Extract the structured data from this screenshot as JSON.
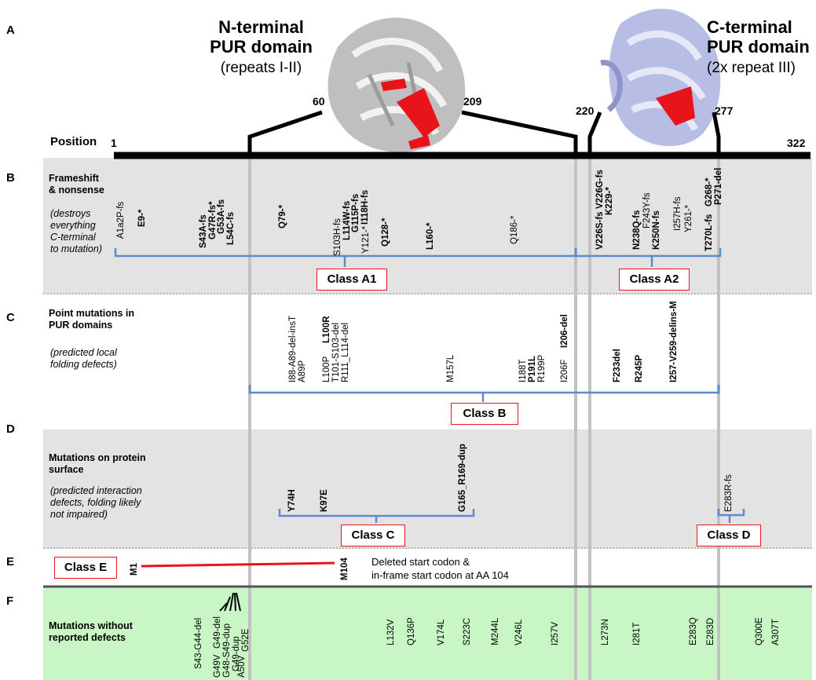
{
  "header": {
    "section_letter": "A",
    "position_label": "Position",
    "pos_start": "1",
    "pos_end": "322",
    "n_domain": {
      "title_line1": "N-terminal",
      "title_line2": "PUR domain",
      "subtitle": "(repeats I-II)",
      "start": "60",
      "end": "209"
    },
    "c_domain": {
      "title_line1": "C-terminal",
      "title_line2": "PUR domain",
      "subtitle": "(2x repeat III)",
      "start": "220",
      "end": "277"
    }
  },
  "sections": {
    "B": {
      "letter": "B",
      "title": [
        "Frameshift",
        "& nonsense"
      ],
      "subtitle": [
        "(destroys",
        "everything",
        "C-terminal",
        "to mutation)"
      ],
      "classes": [
        "Class A1",
        "Class A2"
      ],
      "mutations": [
        {
          "text": "A1a2P-fs",
          "bold": false
        },
        {
          "text": "E9-*",
          "bold": true
        },
        {
          "text": "S43A-fs",
          "bold": true
        },
        {
          "text": "G47R-fs*",
          "bold": true
        },
        {
          "text": "G53A-fs",
          "bold": true
        },
        {
          "text": "L54C-fs",
          "bold": true
        },
        {
          "text": "Q79-*",
          "bold": true
        },
        {
          "text": "S103H-fs",
          "bold": false
        },
        {
          "text": "L114W-fs",
          "bold": true
        },
        {
          "text": "G115P-fs",
          "bold": true
        },
        {
          "text": "I118H-fs",
          "bold": true
        },
        {
          "text": "Y121-*",
          "bold": false
        },
        {
          "text": "Q128-*",
          "bold": true
        },
        {
          "text": "L160-*",
          "bold": true
        },
        {
          "text": "Q186-*",
          "bold": false
        },
        {
          "text": "V226S-fs",
          "bold": true
        },
        {
          "text": "V226G-fs",
          "bold": true
        },
        {
          "text": "K229-*",
          "bold": true
        },
        {
          "text": "N238Q-fs",
          "bold": true
        },
        {
          "text": "F243Y-fs",
          "bold": false
        },
        {
          "text": "K250N-fs",
          "bold": true
        },
        {
          "text": "I257H-fs",
          "bold": false
        },
        {
          "text": "Y261-*",
          "bold": false
        },
        {
          "text": "G268-*",
          "bold": true
        },
        {
          "text": "P271-del",
          "bold": true
        },
        {
          "text": "T270L-fs",
          "bold": true
        }
      ]
    },
    "C": {
      "letter": "C",
      "title": [
        "Point mutations in",
        "PUR domains"
      ],
      "subtitle": [
        "(predicted local",
        "folding defects)"
      ],
      "classes": [
        "Class B"
      ],
      "mutations": [
        {
          "text": "I88-A89-del-insT",
          "bold": false
        },
        {
          "text": "A89P",
          "bold": false
        },
        {
          "text": "L100R",
          "bold": true
        },
        {
          "text": "L100P",
          "bold": false
        },
        {
          "text": "T101-S103-del",
          "bold": false
        },
        {
          "text": "R111_L114-del",
          "bold": false
        },
        {
          "text": "M157L",
          "bold": false
        },
        {
          "text": "I188T",
          "bold": false
        },
        {
          "text": "P191L",
          "bold": true
        },
        {
          "text": "R199P",
          "bold": false
        },
        {
          "text": "I206-del",
          "bold": true
        },
        {
          "text": "I206F",
          "bold": false
        },
        {
          "text": "F233del",
          "bold": true
        },
        {
          "text": "R245P",
          "bold": true
        },
        {
          "text": "I257-V259-delins-M",
          "bold": true
        }
      ]
    },
    "D": {
      "letter": "D",
      "title": [
        "Mutations on protein",
        "surface"
      ],
      "subtitle": [
        "(predicted interaction",
        "defects, folding likely",
        "not impaired)"
      ],
      "classes": [
        "Class C",
        "Class D"
      ],
      "mutations": [
        {
          "text": "Y74H",
          "bold": true
        },
        {
          "text": "K97E",
          "bold": true
        },
        {
          "text": "G165_R169-dup",
          "bold": true
        },
        {
          "text": "E283R-fs",
          "bold": false
        }
      ]
    },
    "E": {
      "letter": "E",
      "class": "Class E",
      "start": "M1",
      "end": "M104",
      "note": [
        "Deleted start codon &",
        "in-frame start codon at  AA 104"
      ]
    },
    "F": {
      "letter": "F",
      "title": [
        "Mutations without",
        "reported defects"
      ],
      "mutations": [
        {
          "text": "S43-G44-del"
        },
        {
          "text": "G49V"
        },
        {
          "text": "G49-del"
        },
        {
          "text": "G48-S49-dup"
        },
        {
          "text": "G49-dup"
        },
        {
          "text": "A50V"
        },
        {
          "text": "G52E"
        },
        {
          "text": "L132V"
        },
        {
          "text": "Q136P"
        },
        {
          "text": "V174L"
        },
        {
          "text": "S223C"
        },
        {
          "text": "M244L"
        },
        {
          "text": "V246L"
        },
        {
          "text": "I257V"
        },
        {
          "text": "L273N"
        },
        {
          "text": "I281T"
        },
        {
          "text": "E283Q"
        },
        {
          "text": "E283D"
        },
        {
          "text": "Q300E"
        },
        {
          "text": "A307T"
        }
      ]
    }
  },
  "colors": {
    "bracket": "#5b8ccf",
    "class_border": "#e8141a",
    "gray_band": "#e3e3e3",
    "green_band": "#c8f7c5",
    "structure_n": "#c9c9c9",
    "structure_c": "#b8bde6",
    "highlight": "#e8141a"
  }
}
